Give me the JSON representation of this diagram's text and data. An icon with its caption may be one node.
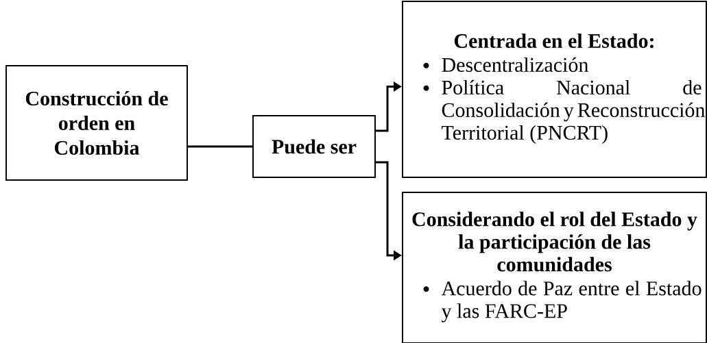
{
  "diagram": {
    "nodes": [
      {
        "text": [
          "Construcción de orden en Colombia"
        ]
      },
      {
        "text": [
          "Puede ser"
        ]
      },
      {
        "text": [
          "Centrada en el Estado:",
          "Descentralización",
          "Política Nacional de Consolidación y Reconstrucción Territorial (PNCRT)"
        ]
      },
      {
        "text": [
          "Considerando el rol del Estado y la participación de las comunidades",
          "Acuerdo de Paz entre el Estado y las FARC-EP"
        ]
      }
    ],
    "edges": [
      {
        "from": 0,
        "to": 1,
        "arrow": "none"
      },
      {
        "from": 1,
        "to": 2,
        "arrow": "to"
      },
      {
        "from": 1,
        "to": 3,
        "arrow": "to"
      }
    ]
  }
}
